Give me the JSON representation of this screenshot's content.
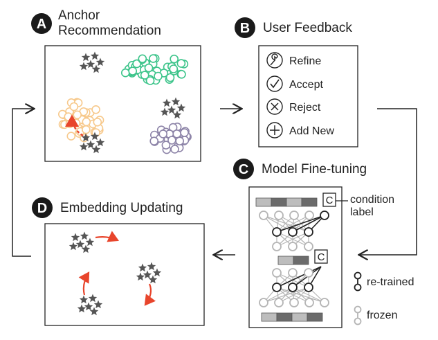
{
  "steps": [
    {
      "badge": "A",
      "title_line1": "Anchor",
      "title_line2": "Recommendation"
    },
    {
      "badge": "B",
      "title": "User Feedback"
    },
    {
      "badge": "C",
      "title": "Model Fine-tuning"
    },
    {
      "badge": "D",
      "title": "Embedding Updating"
    }
  ],
  "feedback_options": [
    {
      "label": "Refine",
      "icon": "wrench-icon"
    },
    {
      "label": "Accept",
      "icon": "check-icon"
    },
    {
      "label": "Reject",
      "icon": "x-circle-icon"
    },
    {
      "label": "Add New",
      "icon": "plus-circle-icon"
    }
  ],
  "model": {
    "condition_token": "C",
    "condition_label_line1": "condition",
    "condition_label_line2": "label",
    "legend": [
      {
        "label": "re-trained",
        "icon": "retrained-node-icon"
      },
      {
        "label": "frozen",
        "icon": "frozen-node-icon"
      }
    ]
  },
  "colors": {
    "badge": "#1a1a1a",
    "cluster_green": "#3cc48a",
    "cluster_orange": "#f7c98c",
    "cluster_purple": "#8d84a8",
    "star": "#555555",
    "arrow_red": "#e8452c",
    "frozen": "#b5b5b5",
    "bar_dark": "#6b6b6b",
    "bar_light": "#bdbdbd"
  }
}
